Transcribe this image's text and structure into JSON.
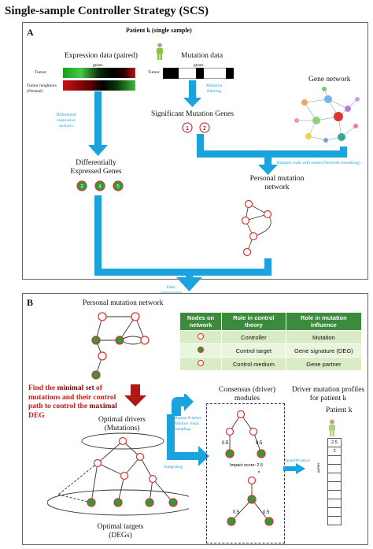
{
  "title": "Single-sample Controller Strategy (SCS)",
  "panel_a": {
    "label": "A",
    "patient": "Patient k (single sample)",
    "expression_title": "Expression data (paired)",
    "genes_label": "genes",
    "tumor_label": "Tumor",
    "tumor_neighbors_label": "Tumor neighbors (Normal)",
    "mutation_title": "Mutation data",
    "mutation_genes_label": "genes",
    "mutation_tumor_label": "Tumor",
    "gene_network_title": "Gene network",
    "mutation_filtering": "Mutation filtering",
    "differential_expression": "Differential expression analysis",
    "significant_mutation_genes": "Significant Mutation Genes",
    "smg_nodes": [
      "1",
      "2"
    ],
    "deg_title": "Differentially Expressed Genes",
    "deg_nodes": [
      "3",
      "4",
      "5"
    ],
    "random_walk": "Random walk with restart (Network smoothing)",
    "personal_network_title": "Personal mutation network",
    "data_combination": "Data combination"
  },
  "panel_b": {
    "label": "B",
    "personal_network_title": "Personal mutation network",
    "legend_headers": [
      "Nodes on network",
      "Role in control theory",
      "Role in mutation influence"
    ],
    "legend_rows": [
      [
        "Controller",
        "Mutation"
      ],
      [
        "Control target",
        "Gene signature (DEG)"
      ],
      [
        "Control medium",
        "Gene partner"
      ]
    ],
    "find_text_1": "Find the ",
    "find_text_2": "minimal set",
    "find_text_3": " of mutations and their control path to control the ",
    "find_text_4": "maximal",
    "find_text_5": " DEG",
    "optimal_drivers": "Optimal drivers (Mutations)",
    "repeat_text": "Repeat N times Markov chain sampling",
    "integrating": "Integrating",
    "consensus_title": "Consensus (driver) modules",
    "impact_score": "Impact score: 2.5",
    "edge_weight": "0.5",
    "driver_profiles_title": "Driver mutation profiles for patient k",
    "patient_k": "Patient k",
    "quantification": "Quantification",
    "genes_axis": "genes",
    "profile_values": [
      "2.5",
      "2",
      "",
      "",
      "",
      "",
      "",
      "",
      "",
      ""
    ],
    "optimal_targets": "Optimal targets (DEGs)"
  },
  "colors": {
    "arrow": "#1aa3dd",
    "node_red": "#e03030",
    "node_green": "#2e9a3a",
    "legend_header": "#3c8a3c",
    "find_red": "#cc1a1a"
  }
}
